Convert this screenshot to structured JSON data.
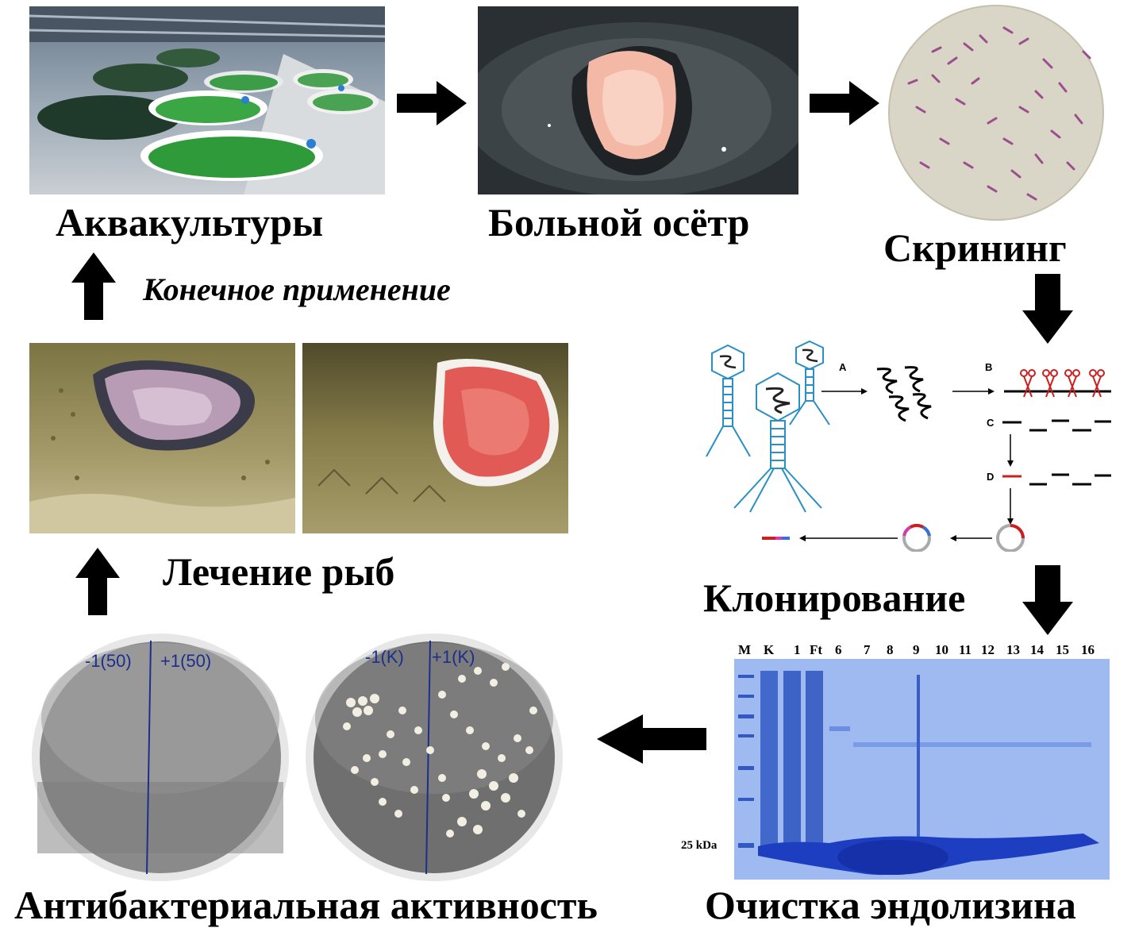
{
  "labels": {
    "aquaculture": "Аквакультуры",
    "sick_sturgeon": "Больной осётр",
    "screening": "Скрининг",
    "final_application": "Конечное применение",
    "fish_treatment": "Лечение рыб",
    "cloning": "Клонирование",
    "antibacterial": "Антибактериальная активность",
    "endolysin_purification": "Очистка эндолизина"
  },
  "scheme": {
    "steps": [
      "A",
      "B",
      "C",
      "D"
    ]
  },
  "gel": {
    "lanes": [
      "M",
      "K",
      "1",
      "Ft",
      "6",
      "7",
      "8",
      "9",
      "10",
      "11",
      "12",
      "13",
      "14",
      "15",
      "16"
    ],
    "marker": "25 kDa"
  },
  "plates": {
    "left_plate_left": "-1(50)",
    "left_plate_right": "+1(50)",
    "right_plate_left": "-1(K)",
    "right_plate_right": "+1(K)"
  },
  "colors": {
    "arrow": "#000000",
    "phage": "#2a8fc4",
    "gel": "#3f6fd6",
    "red_fragment": "#cc1f1f"
  }
}
